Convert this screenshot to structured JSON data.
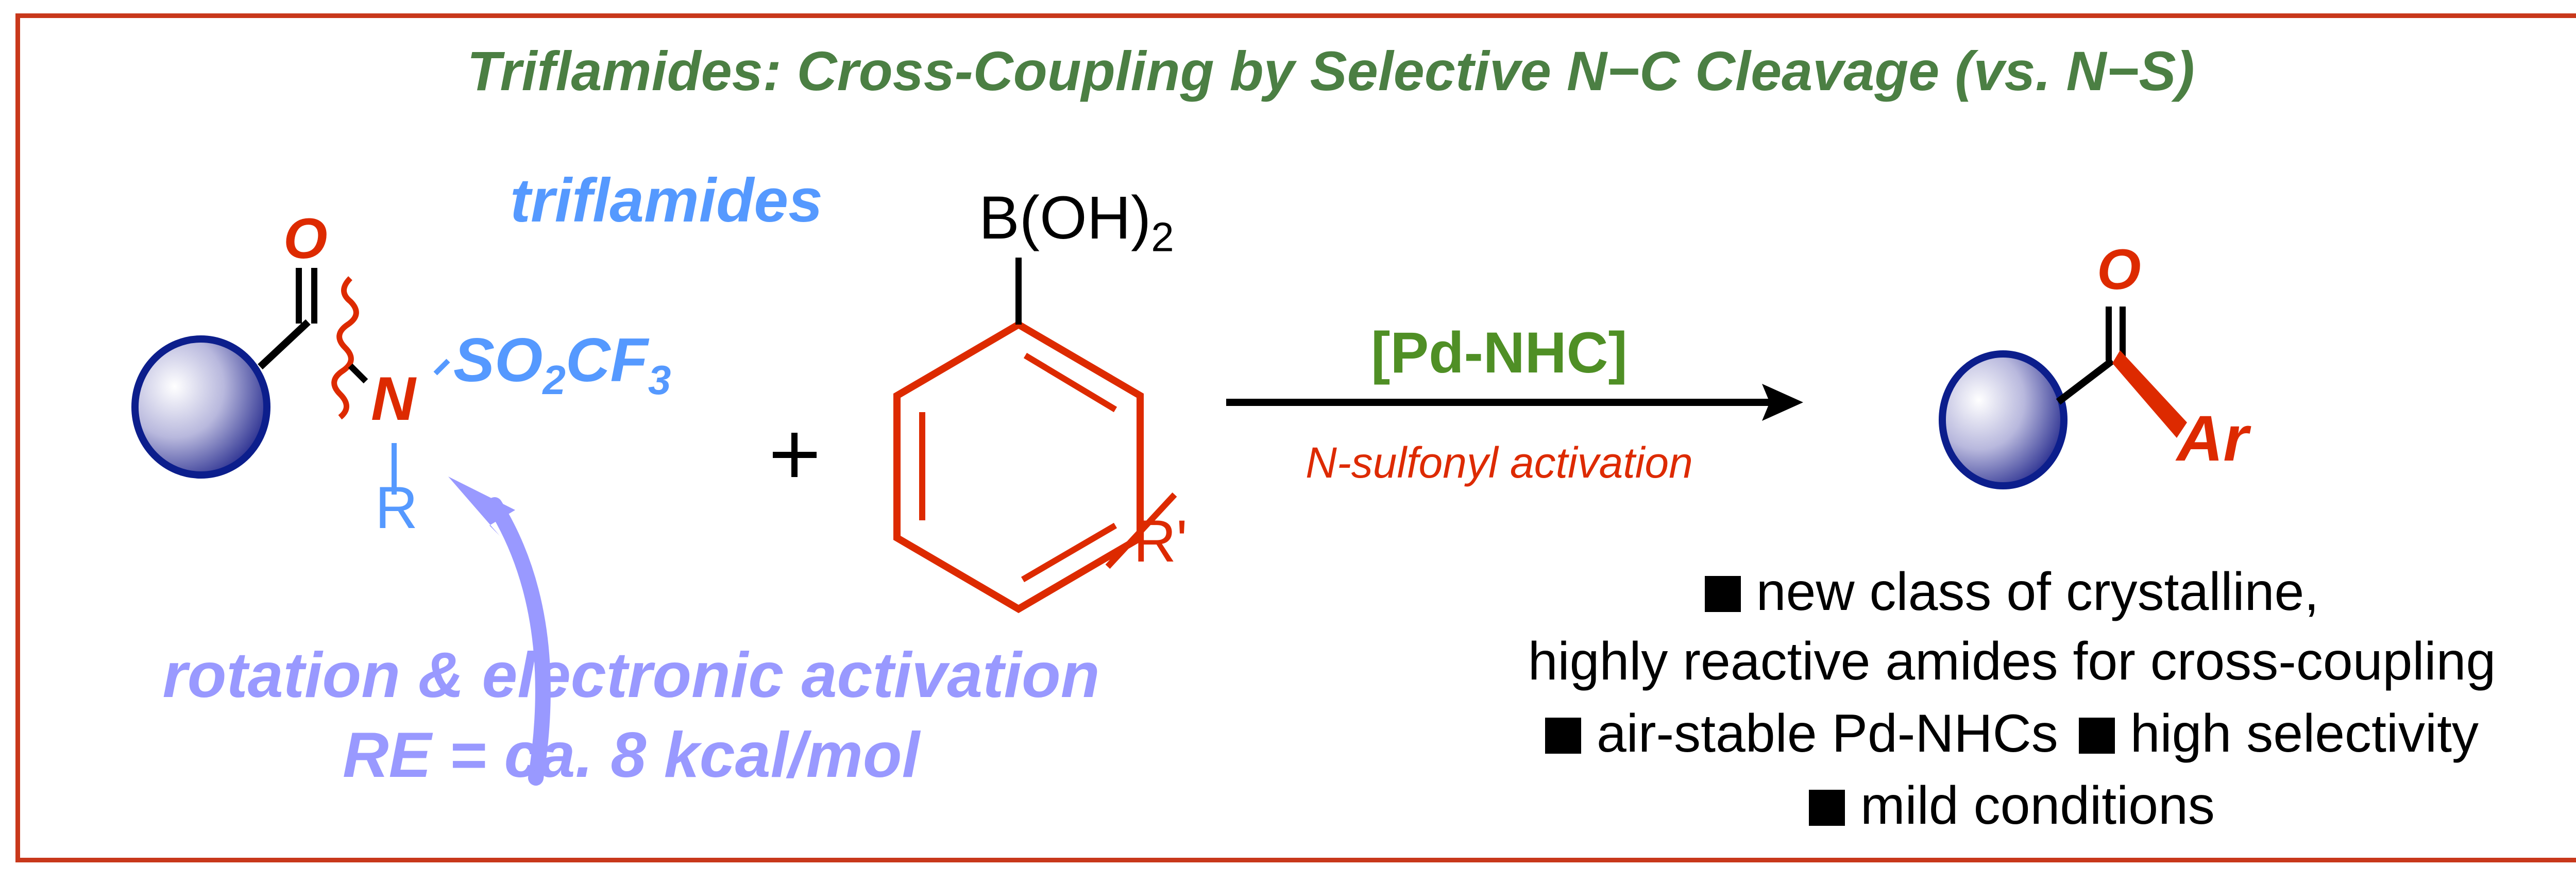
{
  "title": "Triflamides: Cross-Coupling by Selective N−C Cleavage (vs. N−S)",
  "reactant": {
    "label": "triflamides",
    "oxygen": "O",
    "nitrogen": "N",
    "sulfonyl": {
      "main": "SO",
      "sub1": "2",
      "mid": "CF",
      "sub2": "3"
    },
    "r_group": "R"
  },
  "plus": "+",
  "boronic_acid": {
    "main": "B(OH)",
    "sub": "2",
    "substituent": "R'"
  },
  "arrow": {
    "catalyst": "[Pd-NHC]",
    "condition": "N-sulfonyl activation"
  },
  "product": {
    "oxygen": "O",
    "aryl": "Ar"
  },
  "activation_note": {
    "line1": "rotation & electronic activation",
    "line2": "RE = ca. 8 kcal/mol"
  },
  "bullets": [
    "new class of crystalline,",
    "highly reactive amides for cross-coupling",
    "air-stable Pd-NHCs",
    "high selectivity",
    "mild conditions"
  ],
  "colors": {
    "border": "#c8381b",
    "title": "#4b7f43",
    "catalyst": "#4f8f25",
    "red": "#dd2a00",
    "blue": "#5599ff",
    "lavender": "#9999ff",
    "sphere": "#0c1e8c"
  }
}
